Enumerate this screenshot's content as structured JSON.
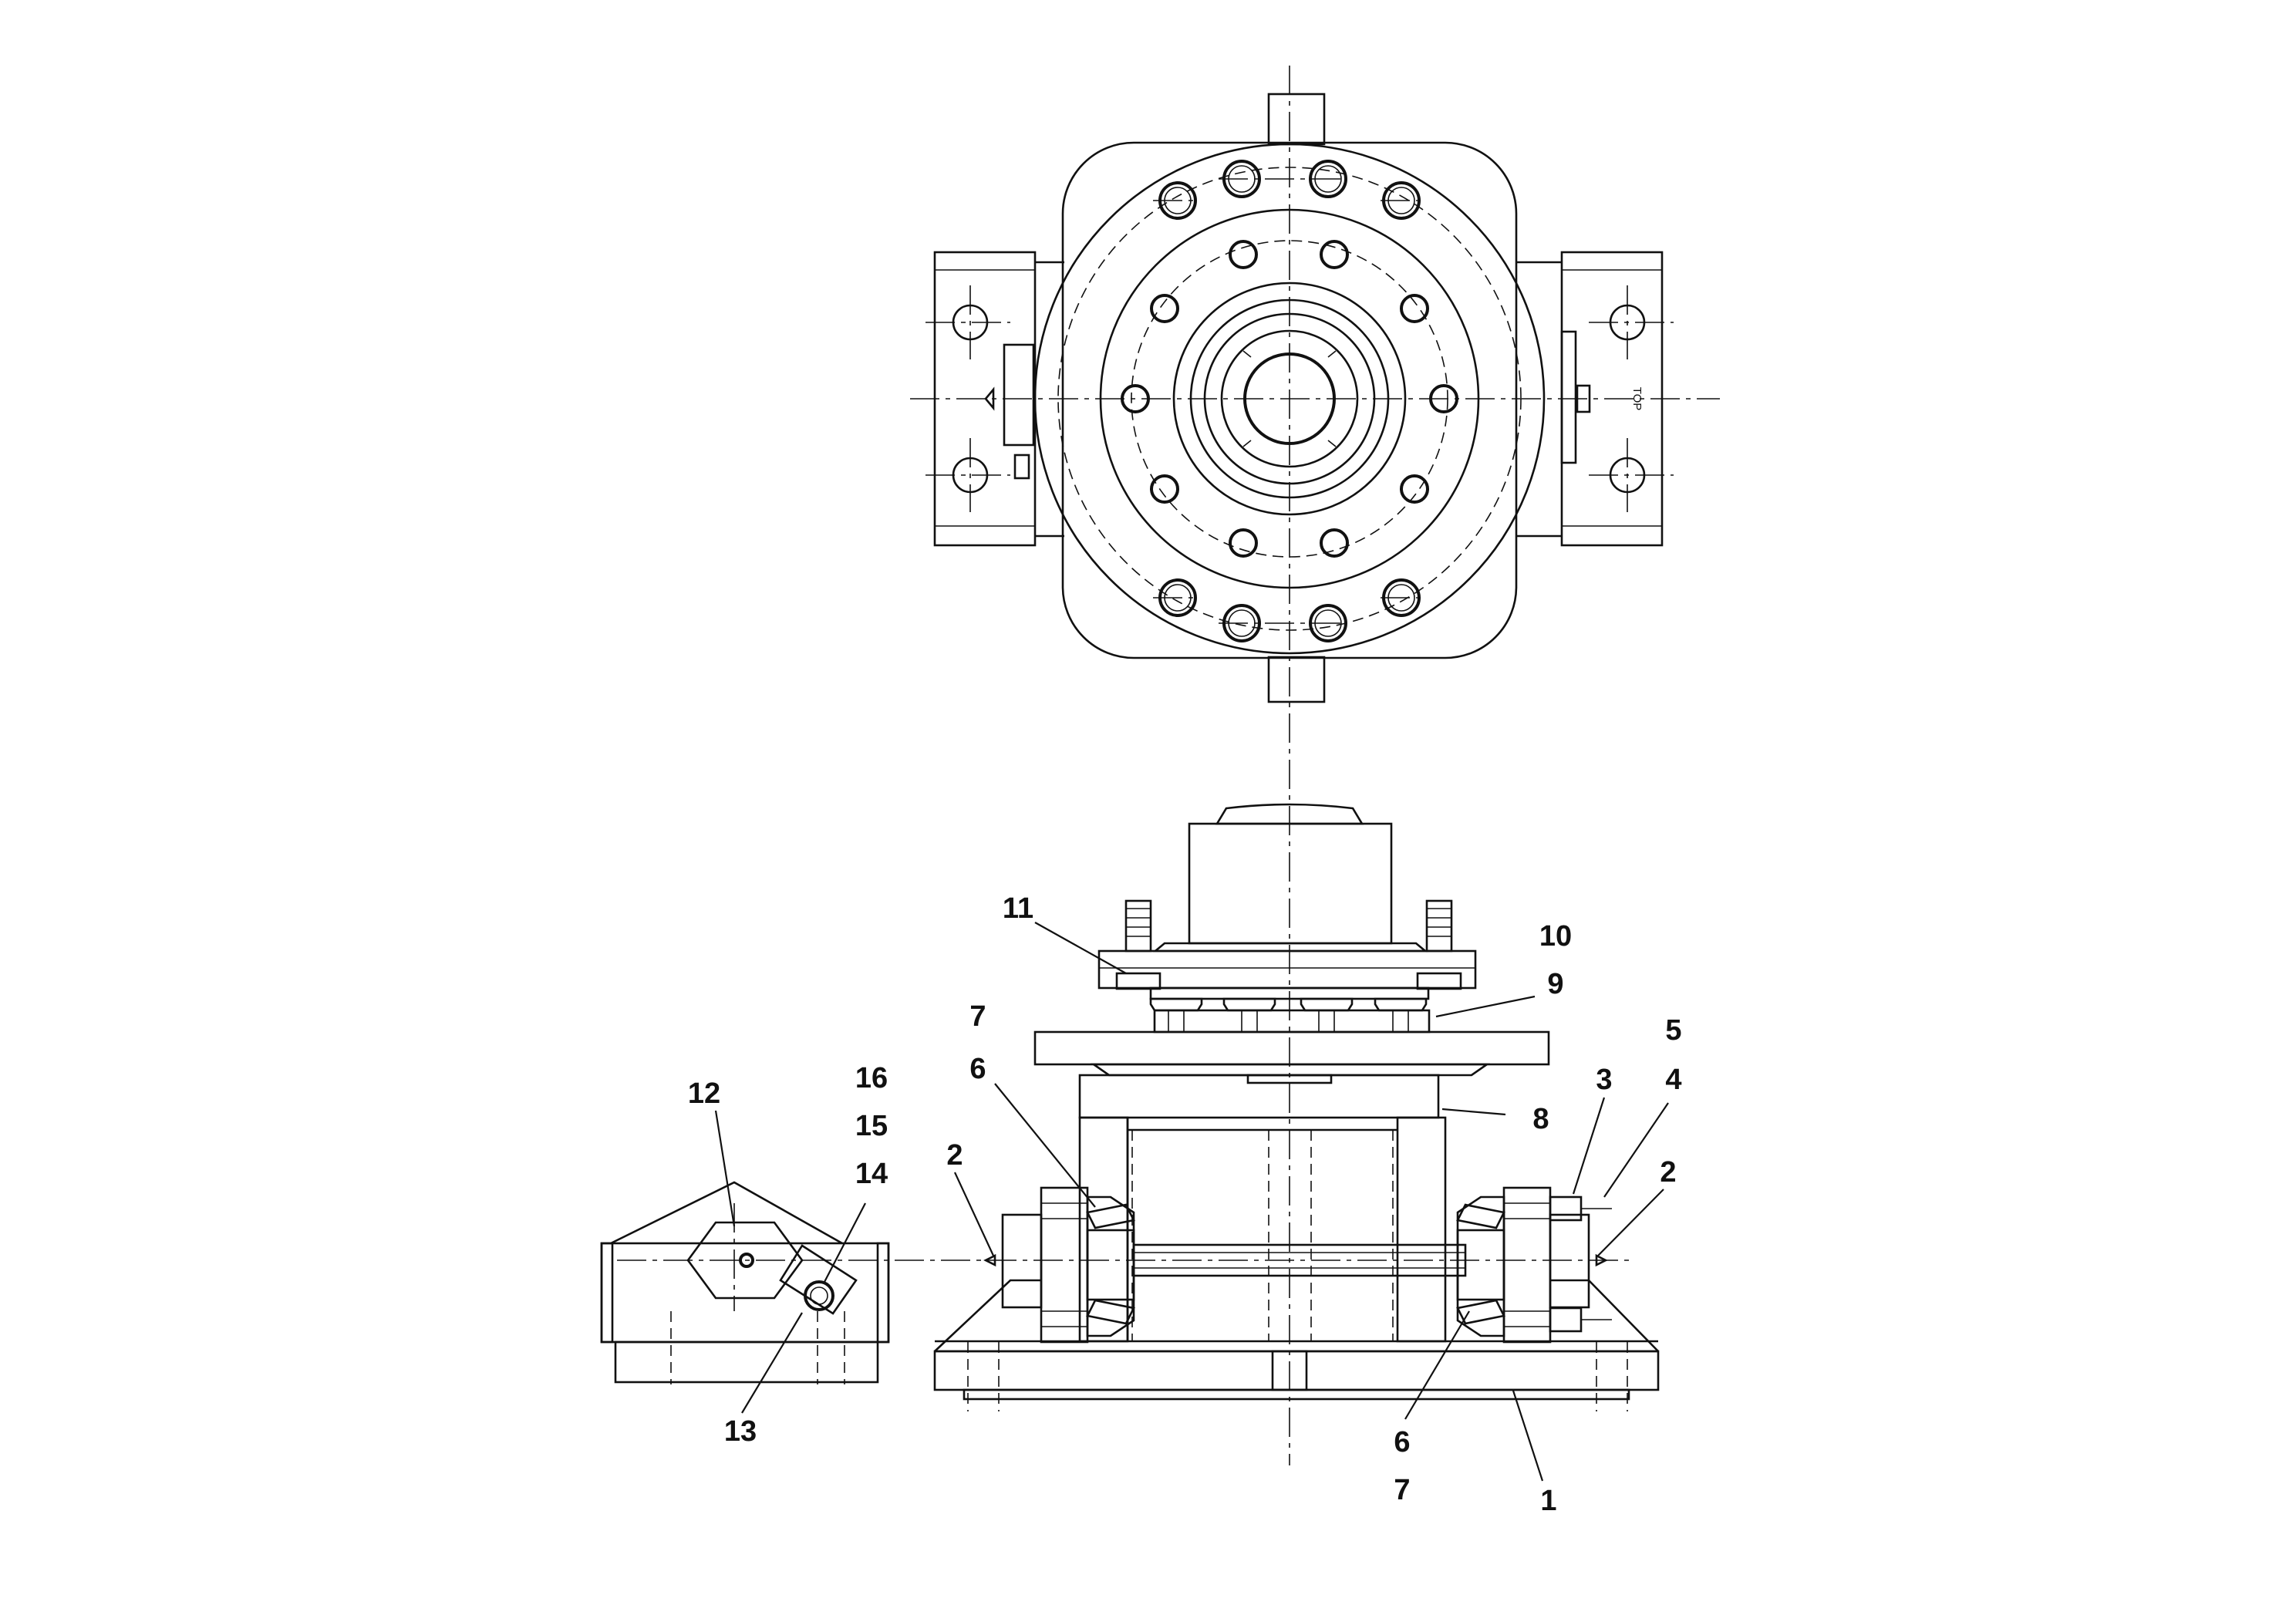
{
  "drawing": {
    "engraving": "TOP",
    "callouts": {
      "c1": "1",
      "c2a": "2",
      "c2b": "2",
      "c3": "3",
      "c4": "4",
      "c5": "5",
      "c6a": "6",
      "c6b": "6",
      "c7a": "7",
      "c7b": "7",
      "c8": "8",
      "c9": "9",
      "c10": "10",
      "c11": "11",
      "c12": "12",
      "c13": "13",
      "c14": "14",
      "c15": "15",
      "c16": "16"
    }
  }
}
